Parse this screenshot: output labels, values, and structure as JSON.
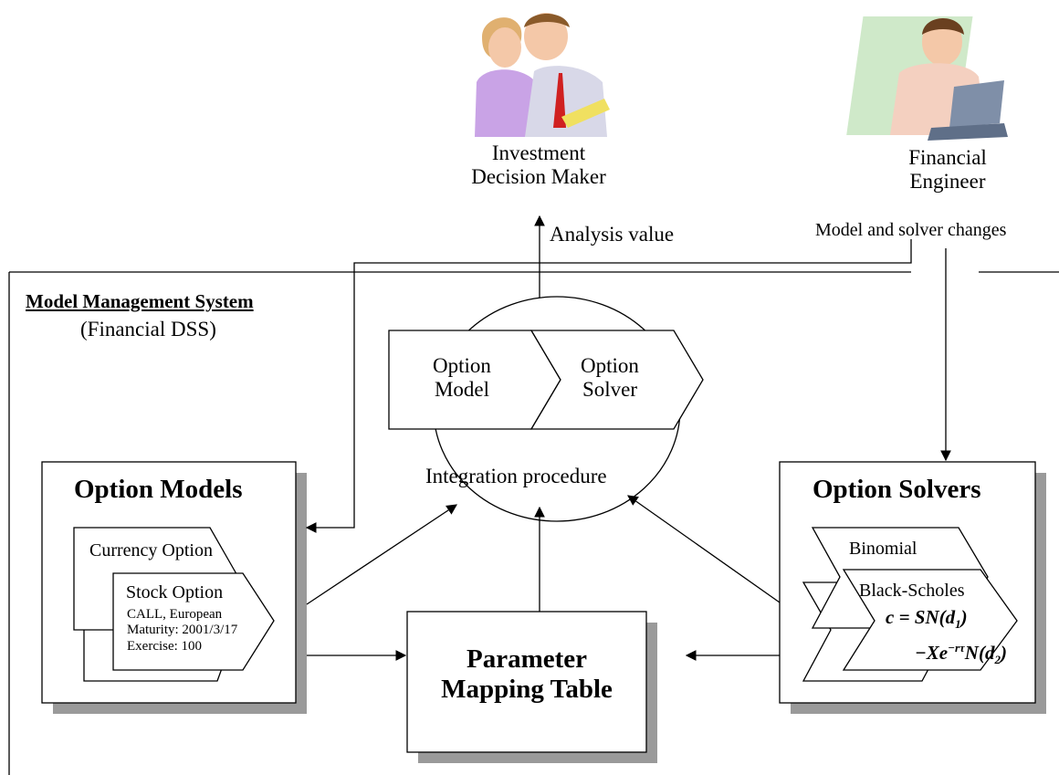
{
  "actors": {
    "decision_maker": {
      "line1": "Investment",
      "line2": "Decision Maker"
    },
    "engineer": {
      "line1": "Financial",
      "line2": "Engineer"
    }
  },
  "flows": {
    "analysis_value": "Analysis value",
    "model_solver_changes": "Model and solver changes"
  },
  "system": {
    "title": "Model Management System",
    "subtitle": "(Financial DSS)"
  },
  "integration": {
    "model_line1": "Option",
    "model_line2": "Model",
    "solver_line1": "Option",
    "solver_line2": "Solver",
    "label": "Integration procedure"
  },
  "models": {
    "title": "Option Models",
    "currency": "Currency Option",
    "stock": "Stock Option",
    "details": [
      "CALL, European",
      "Maturity: 2001/3/17",
      "Exercise: 100"
    ]
  },
  "solvers": {
    "title": "Option Solvers",
    "binomial": "Binomial",
    "black_scholes": "Black-Scholes"
  },
  "mapping": {
    "line1": "Parameter",
    "line2": "Mapping Table"
  },
  "colors": {
    "stroke": "#000000",
    "shadow": "#9a9a9a",
    "skin": "#f4c8a8",
    "purple": "#c9a3e6",
    "screen": "#7f8fa8"
  },
  "icons": [
    "people-clipart-icon",
    "engineer-laptop-clipart-icon"
  ]
}
